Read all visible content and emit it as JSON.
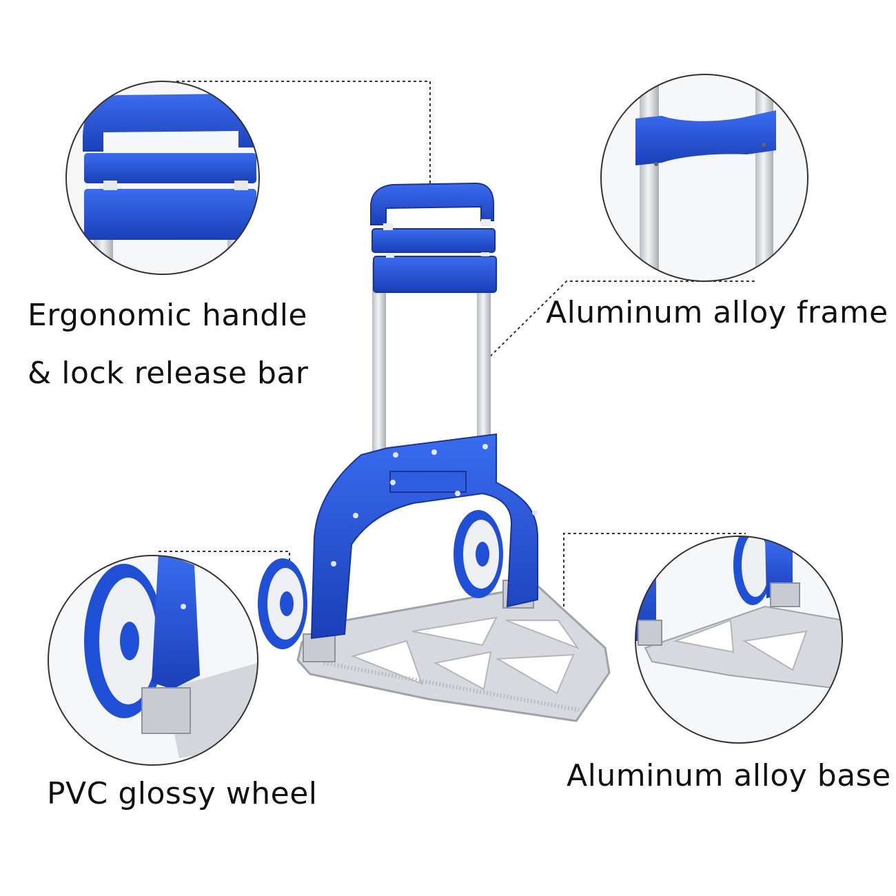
{
  "callouts": {
    "handle": {
      "line1": "Ergonomic handle",
      "line2": "& lock release bar",
      "icon": "handle-detail-icon"
    },
    "frame": {
      "label": "Aluminum alloy frame",
      "icon": "frame-detail-icon"
    },
    "wheel": {
      "label": "PVC glossy wheel",
      "icon": "wheel-detail-icon"
    },
    "base": {
      "label": "Aluminum alloy base",
      "icon": "base-detail-icon"
    }
  },
  "colors": {
    "accent_blue": "#1f4fd6",
    "aluminum": "#d8dbe0",
    "text": "#111111"
  }
}
